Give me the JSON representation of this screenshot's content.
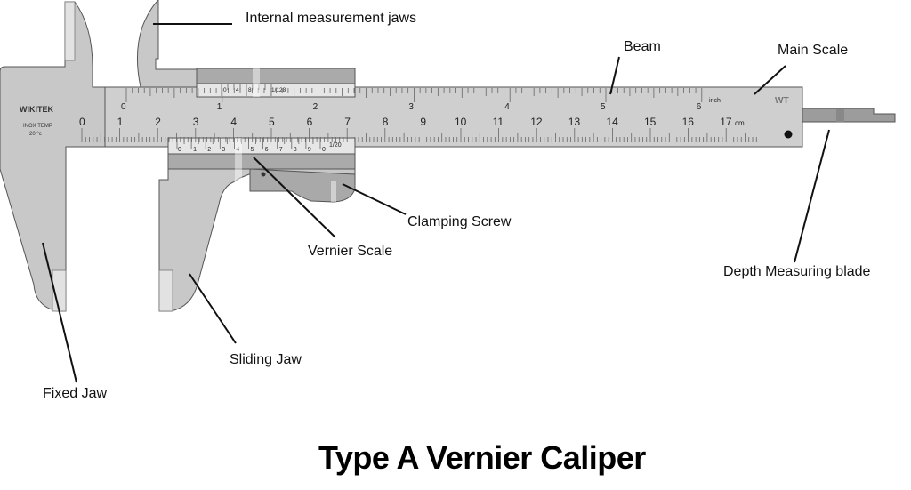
{
  "title": "Type A Vernier Caliper",
  "brand": {
    "name": "WIKITEK",
    "material_line1": "INOX TEMP",
    "material_line2": "20 °c",
    "logo": "WT"
  },
  "labels": {
    "internal_jaws": "Internal measurement jaws",
    "beam": "Beam",
    "main_scale": "Main Scale",
    "clamping_screw": "Clamping Screw",
    "vernier_scale": "Vernier Scale",
    "depth_blade": "Depth Measuring blade",
    "sliding_jaw": "Sliding Jaw",
    "fixed_jaw": "Fixed Jaw"
  },
  "scales": {
    "inch": {
      "unit": "inch",
      "numbers": [
        "0",
        "1",
        "2",
        "3",
        "4",
        "5",
        "6"
      ]
    },
    "cm": {
      "unit": "cm",
      "numbers": [
        "0",
        "1",
        "2",
        "3",
        "4",
        "5",
        "6",
        "7",
        "8",
        "9",
        "10",
        "11",
        "12",
        "13",
        "14",
        "15",
        "16",
        "17"
      ]
    },
    "inch_vernier": {
      "numbers": [
        "0",
        "4",
        "8"
      ],
      "resolution": "1/128"
    },
    "metric_vernier": {
      "numbers": [
        "0",
        "1",
        "2",
        "3",
        "4",
        "5",
        "6",
        "7",
        "8",
        "9",
        "0"
      ],
      "resolution": "1/20"
    }
  },
  "colors": {
    "body": "#c8c8c8",
    "body_dark": "#a9a9a9",
    "scale_strip": "#e4e4e4",
    "outline": "#555555",
    "text": "#111111"
  }
}
